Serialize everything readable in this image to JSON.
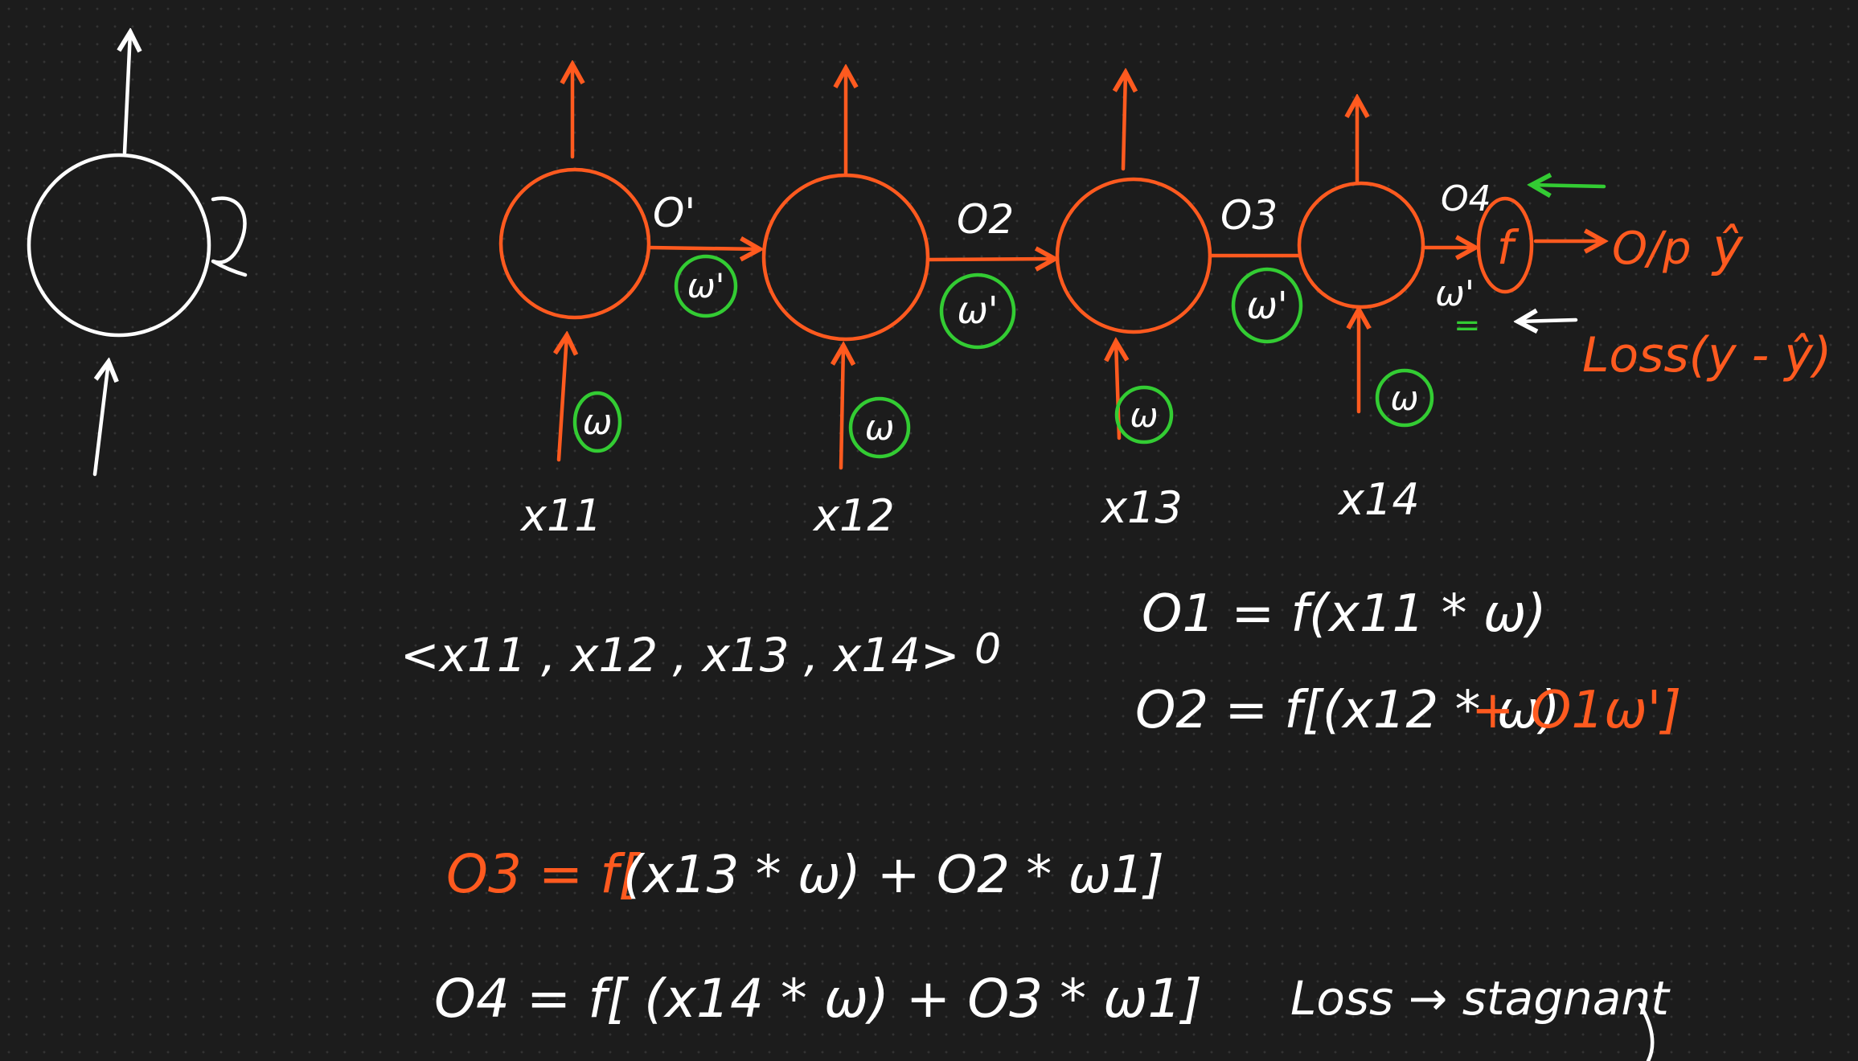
{
  "colors": {
    "background": "#1c1c1c",
    "white_ink": "#ffffff",
    "orange_ink": "#ff5a1f",
    "green_ink": "#33cc33"
  },
  "diagram": {
    "inputs": [
      "x11",
      "x12",
      "x13",
      "x14"
    ],
    "hidden_outputs": [
      "O'",
      "O2",
      "O3",
      "O4"
    ],
    "input_weight": "ω",
    "recurrent_weight": "ω'",
    "final_weight": "ω'",
    "final_weight_mark": "=",
    "activation": "f",
    "output_label": "O/p",
    "y_hat": "ŷ",
    "loss_label": "Loss(y - ŷ)"
  },
  "equations": {
    "sequence": "<x11 , x12 , x13 , x14>",
    "zero": "0",
    "o1": "O1 = f(x11 * ω)",
    "o2_head": "O2 = f[(x12 * ω)",
    "o2_tail": "+ O1ω']",
    "o3_head": "O3 = f[",
    "o3_tail": "(x13 * ω) + O2 * ω1]",
    "o4": "O4 = f[ (x14 * ω) + O3 * ω1]",
    "loss_note": "Loss → stagnant"
  }
}
